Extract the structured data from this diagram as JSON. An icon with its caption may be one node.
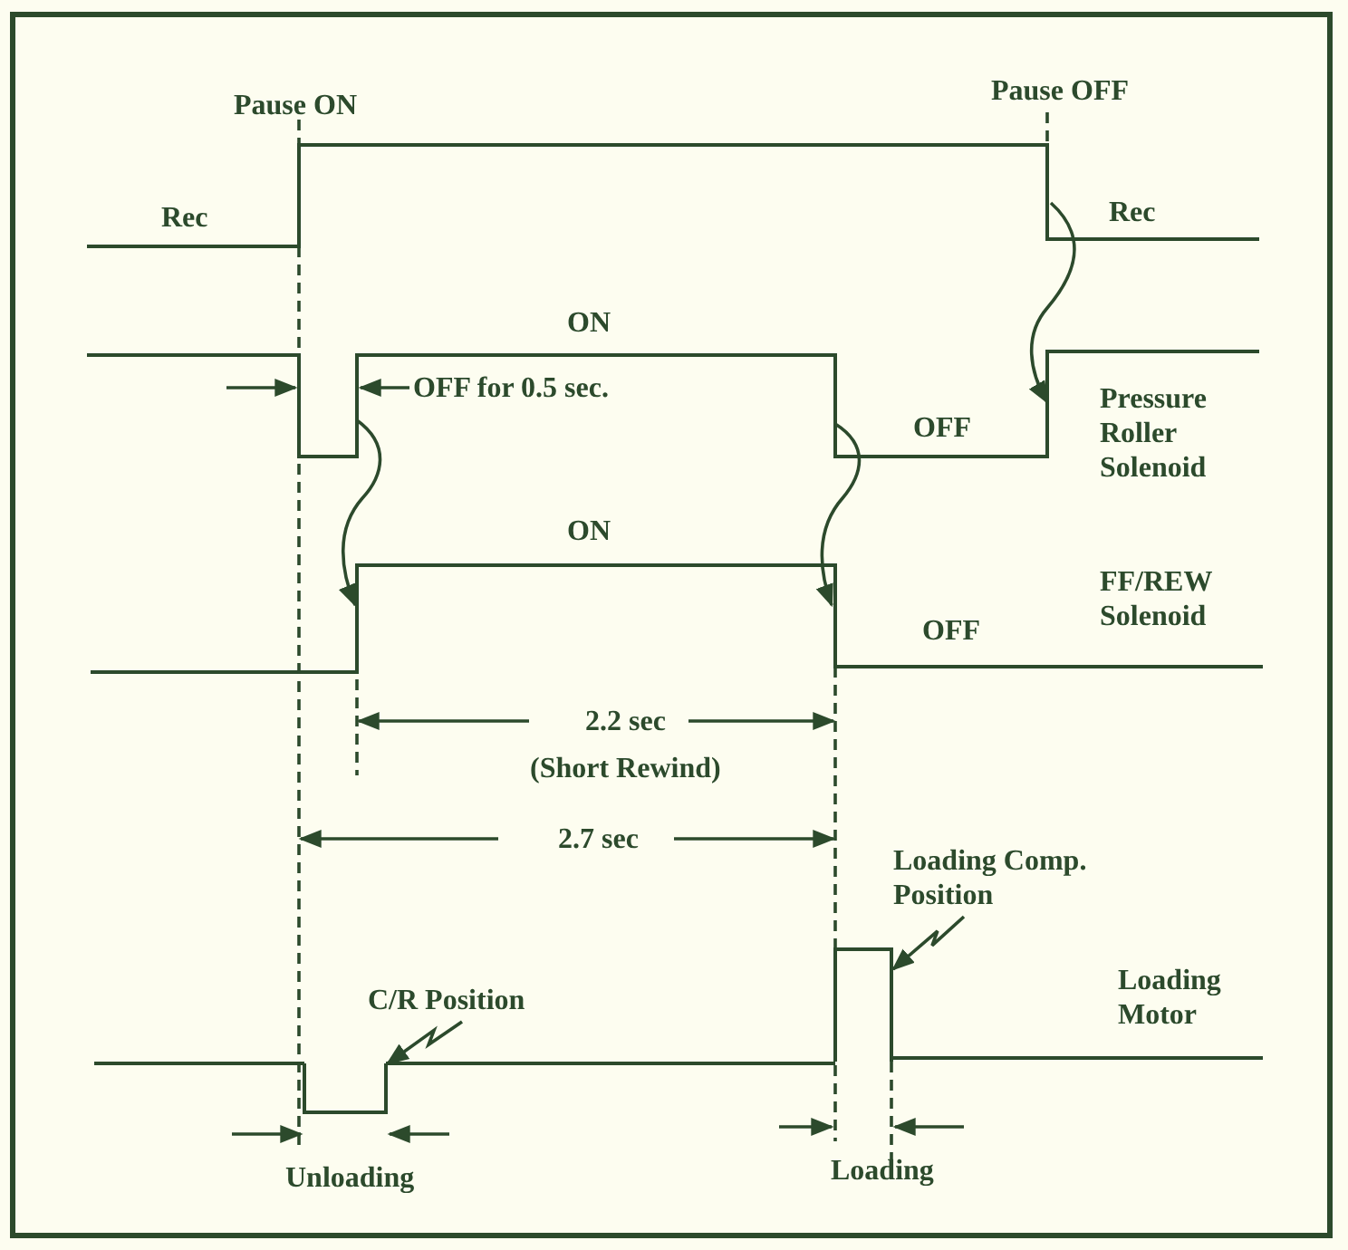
{
  "diagram": {
    "nodes": [
      {
        "text": [
          "Loading Comp. Position"
        ]
      },
      {
        "text": [
          "C/R Position"
        ]
      },
      {
        "text": [],
        "shape": "waveform"
      },
      {
        "text": [],
        "shape": "waveform"
      }
    ],
    "edges": [
      {
        "from": 0,
        "to": 3,
        "arrow": "to"
      },
      {
        "from": 1,
        "to": 2,
        "arrow": "to"
      }
    ],
    "labels": [
      "Pause ON",
      "Pause OFF",
      "Rec",
      "Rec",
      "ON",
      "OFF for 0.5 sec.",
      "OFF",
      "Pressure Roller Solenoid",
      "ON",
      "FF/REW Solenoid",
      "OFF",
      "2.2 sec",
      "(Short Rewind)",
      "2.7 sec",
      "Loading Motor",
      "Unloading",
      "Loading"
    ]
  }
}
